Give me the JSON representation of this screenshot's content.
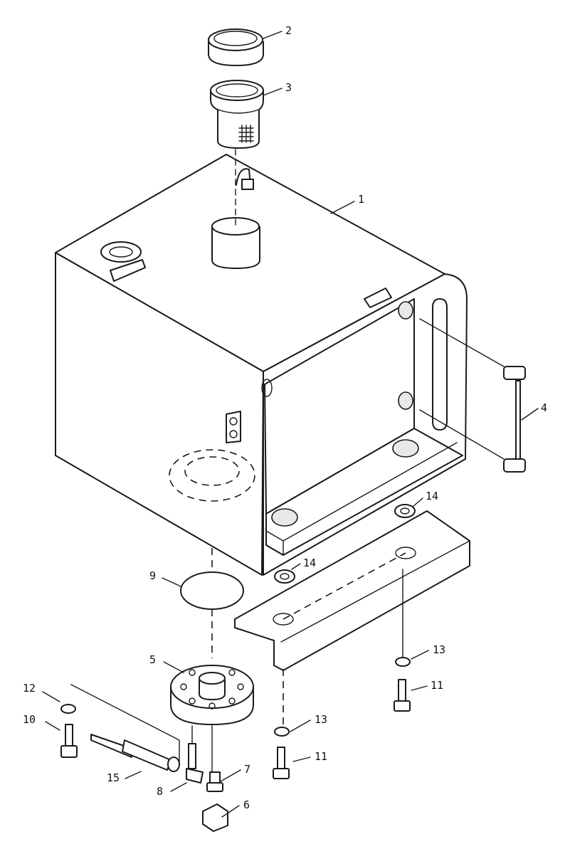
{
  "diagram": {
    "callouts": {
      "c1": "1",
      "c2": "2",
      "c3": "3",
      "c4": "4",
      "c5": "5",
      "c6": "6",
      "c7": "7",
      "c8": "8",
      "c9": "9",
      "c10": "10",
      "c11a": "11",
      "c11b": "11",
      "c12": "12",
      "c13a": "13",
      "c13b": "13",
      "c14a": "14",
      "c14b": "14",
      "c15": "15"
    }
  }
}
